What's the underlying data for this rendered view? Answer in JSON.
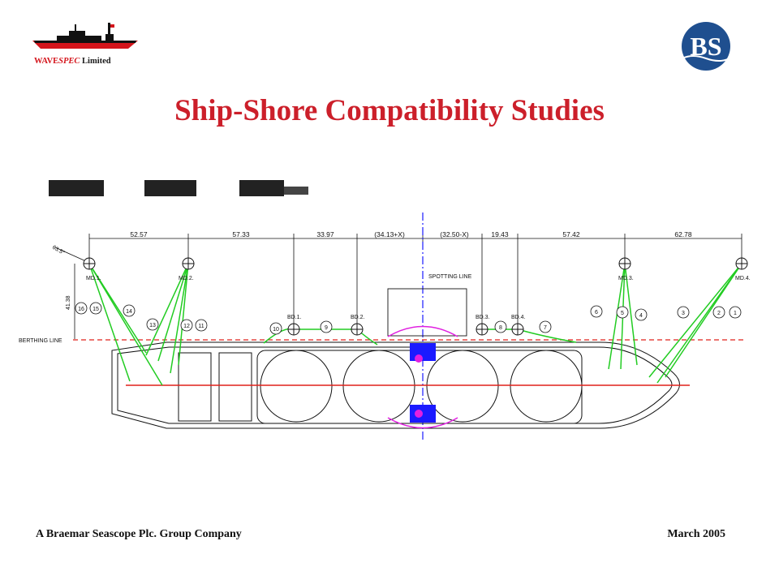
{
  "company_logo": {
    "text_part1": "WAVE",
    "text_part2": "SPEC",
    "text_part3": "Limited",
    "icon": "ship-icon"
  },
  "brand_logo": {
    "letters": "BS",
    "icon": "bs-monogram-icon",
    "color": "#1f4f8f"
  },
  "title": "Ship-Shore Compatibility Studies",
  "diagram": {
    "dimensions": [
      "52.57",
      "57.33",
      "33.97",
      "(34.13+X)",
      "(32.50-X)",
      "19.43",
      "57.42",
      "62.78"
    ],
    "mooring_points": [
      "MD.1.",
      "MD.2.",
      "BD.1.",
      "BD.2.",
      "BD.3.",
      "BD.4.",
      "MD.3.",
      "MD.4."
    ],
    "line_numbers": [
      "1",
      "2",
      "3",
      "4",
      "5",
      "6",
      "7",
      "8",
      "9",
      "10",
      "11",
      "12",
      "13",
      "14",
      "15",
      "16"
    ],
    "spotting_line_label": "SPOTTING LINE",
    "berthing_line_label": "BERTHING LINE",
    "vertical_dim": "41.38",
    "angle_label": "63.5°"
  },
  "footer": {
    "left": "A Braemar Seascope Plc. Group Company",
    "right": "March 2005"
  },
  "colors": {
    "title": "#cc1f2a",
    "mooring_line": "#22cc22",
    "berthing_line": "#e0201a",
    "centerline": "#1a1aff",
    "manifold": "#e020e0"
  }
}
